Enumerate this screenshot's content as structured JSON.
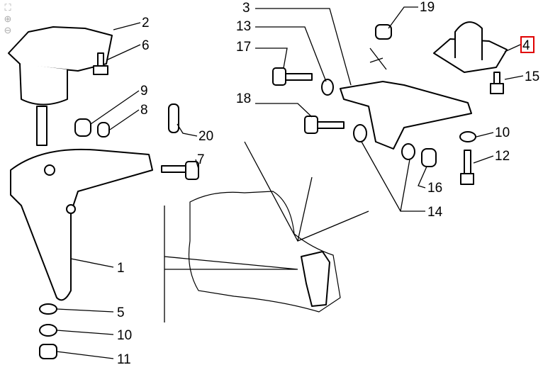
{
  "toolbar": {
    "fit": "fit-icon",
    "zoom_in": "zoom-in-icon",
    "zoom_out": "zoom-out-icon"
  },
  "highlight_color": "#e00000",
  "labels": {
    "p1": "1",
    "p2": "2",
    "p3": "3",
    "p4": "4",
    "p5": "5",
    "p6": "6",
    "p7": "7",
    "p8": "8",
    "p9": "9",
    "p10a": "10",
    "p10b": "10",
    "p11": "11",
    "p12": "12",
    "p13": "13",
    "p14": "14",
    "p15": "15",
    "p16": "16",
    "p17": "17",
    "p18": "18",
    "p19": "19",
    "p20": "20"
  }
}
